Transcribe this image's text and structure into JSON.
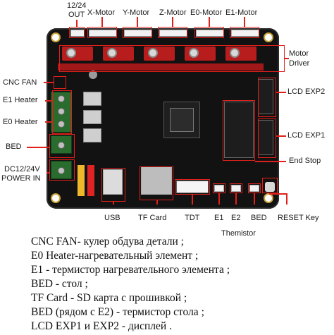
{
  "labels": {
    "out_top": "12/24",
    "out_bottom": "OUT",
    "x_motor": "X-Motor",
    "y_motor": "Y-Motor",
    "z_motor": "Z-Motor",
    "e0_motor": "E0-Motor",
    "e1_motor": "E1-Motor",
    "motor_driver_1": "Motor",
    "motor_driver_2": "Driver",
    "cnc_fan": "CNC FAN",
    "e1_heater": "E1 Heater",
    "e0_heater": "E0 Heater",
    "bed": "BED",
    "dc_top": "DC12/24V",
    "dc_bottom": "POWER IN",
    "lcd_exp2": "LCD EXP2",
    "lcd_exp1": "LCD EXP1",
    "end_stop": "End Stop",
    "usb": "USB",
    "tf_card": "TF Card",
    "tdt": "TDT",
    "e1": "E1",
    "e2": "E2",
    "bed_bottom": "BED",
    "thermistor": "Themistor",
    "reset_key": "RESET Key"
  },
  "captions": [
    "CNC  FAN- кулер обдува детали ;",
    "E0 Heater-нагревательный элемент ;",
    "E1 - термистор нагревательного элемента ;",
    "BED - стол ;",
    "TF Card  - SD карта с прошивкой ;",
    "BED (рядом с E2) - термистор стола ;",
    "LCD EXP1 и EXP2 - дисплей ."
  ],
  "colors": {
    "highlight": "#e0201a",
    "board": "#121212",
    "driver": "#b81d1d"
  }
}
